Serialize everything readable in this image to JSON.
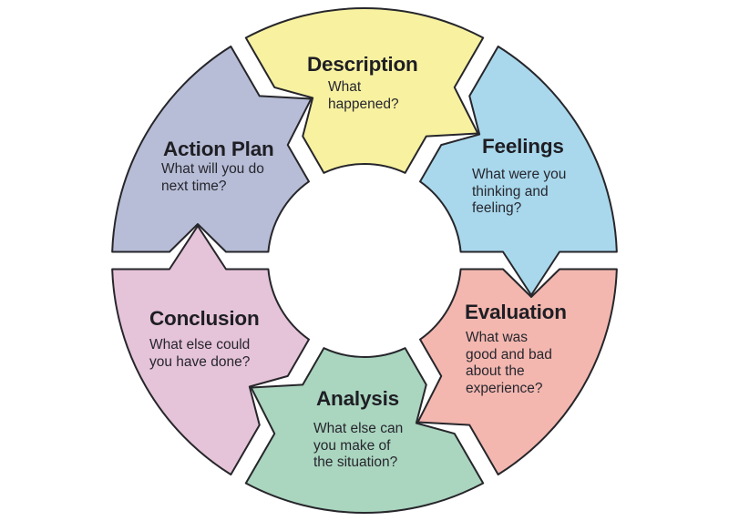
{
  "diagram": {
    "kind": "reflective-cycle",
    "background": "#ffffff",
    "outline_color": "#26262b",
    "text_color": "#1e1e24",
    "segments": [
      {
        "id": "description",
        "label": "Description",
        "sublabel": "What\nhappened?",
        "color": "#F7F1A0"
      },
      {
        "id": "feelings",
        "label": "Feelings",
        "sublabel": "What were you\nthinking and\nfeeling?",
        "color": "#A9D8EC"
      },
      {
        "id": "evaluation",
        "label": "Evaluation",
        "sublabel": "What was\ngood and bad\nabout the\nexperience?",
        "color": "#F3B7AF"
      },
      {
        "id": "analysis",
        "label": "Analysis",
        "sublabel": "What else can\nyou make of\nthe situation?",
        "color": "#AAD5BF"
      },
      {
        "id": "conclusion",
        "label": "Conclusion",
        "sublabel": "What else could\nyou have done?",
        "color": "#E5C3D8"
      },
      {
        "id": "action_plan",
        "label": "Action Plan",
        "sublabel": "What will you do\nnext time?",
        "color": "#B7BDD6"
      }
    ]
  }
}
